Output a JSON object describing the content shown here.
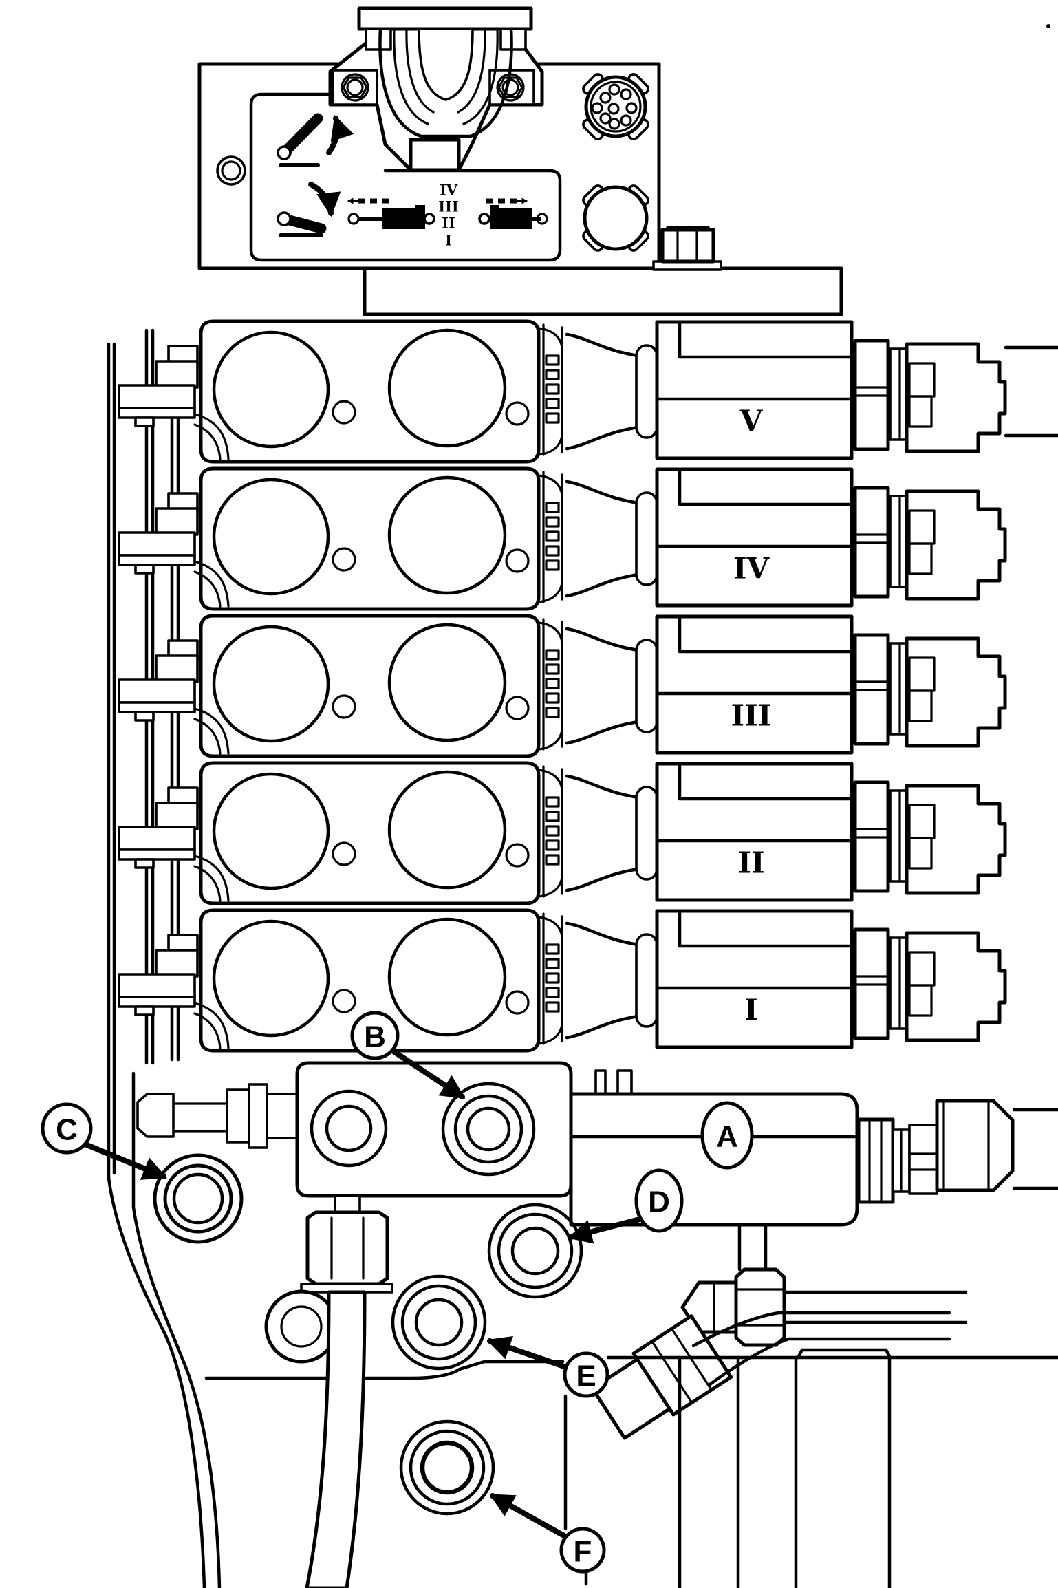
{
  "figure": {
    "type": "service-manual line illustration",
    "subject": "Hydraulic solenoid control valve assembly with numbered valve sections and lettered port callouts",
    "background_color": "#ffffff",
    "line_color": "#000000"
  },
  "sections": [
    {
      "label": "V"
    },
    {
      "label": "IV"
    },
    {
      "label": "III"
    },
    {
      "label": "II"
    },
    {
      "label": "I"
    }
  ],
  "decal": {
    "roman_column": [
      "IV",
      "III",
      "II",
      "I"
    ],
    "icons": [
      "lever-up-icon",
      "lever-down-icon",
      "dashed-arrow-left-icon",
      "cylinder-retract-icon",
      "dashed-arrow-right-icon",
      "cylinder-extend-icon",
      "round-connector-9pin-icon",
      "round-connector-socket-icon",
      "washer-hole-icon"
    ]
  },
  "callouts": [
    {
      "label": "A"
    },
    {
      "label": "B"
    },
    {
      "label": "C"
    },
    {
      "label": "D"
    },
    {
      "label": "E"
    },
    {
      "label": "F"
    }
  ]
}
